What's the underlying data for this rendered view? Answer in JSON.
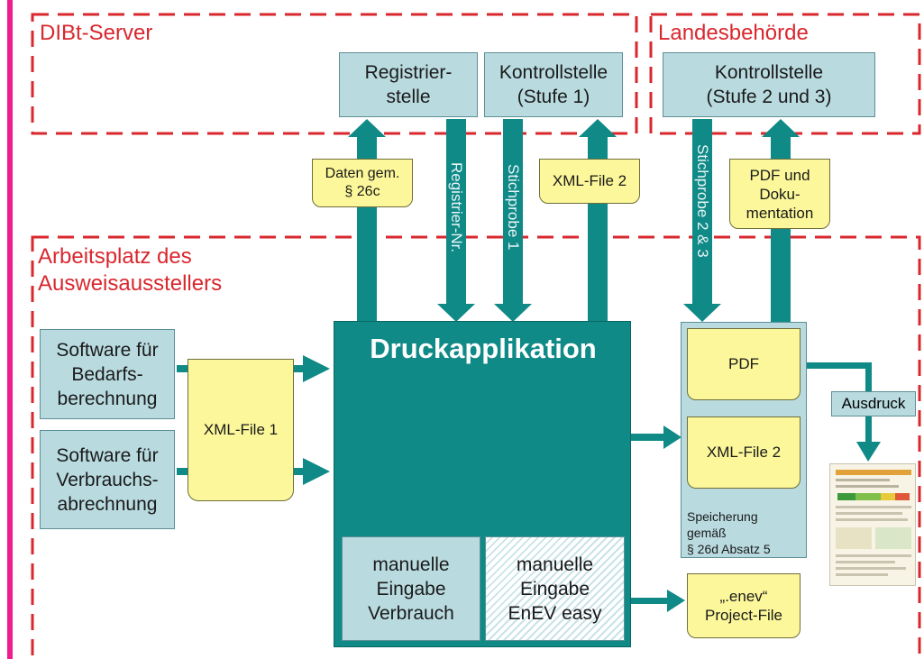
{
  "zones": {
    "dibt_server": "DIBt-Server",
    "landesbehoerde": "Landesbehörde",
    "arbeitsplatz": "Arbeitsplatz des\nAusweisausstellers"
  },
  "boxes": {
    "registrierstelle": "Registrier-\nstelle",
    "kontrollstelle_1": "Kontrollstelle\n(Stufe 1)",
    "kontrollstelle_23": "Kontrollstelle\n(Stufe 2 und 3)",
    "software_bedarf": "Software für\nBedarfs-\nberechnung",
    "software_verbrauch": "Software für\nVerbrauchs-\nabrechnung",
    "ausdruck": "Ausdruck"
  },
  "notes": {
    "daten_26c": "Daten gem.\n§ 26c",
    "xml_file_2_top": "XML-File 2",
    "pdf_doku": "PDF und\nDoku-\nmentation",
    "xml_file_1": "XML-File 1",
    "pdf": "PDF",
    "xml_file_2": "XML-File 2",
    "enev_project": "„.enev“\nProject-File"
  },
  "arrow_labels": {
    "registrier_nr": "Registrier-Nr.",
    "stichprobe_1": "Stichprobe 1",
    "stichprobe_23": "Stichprobe 2 & 3"
  },
  "druckapplikation": {
    "title": "Druckapplikation",
    "manual_verbrauch": "manuelle\nEingabe\nVerbrauch",
    "manual_enev": "manuelle\nEingabe\nEnEV easy"
  },
  "storage": {
    "note": "Speicherung\ngemäß\n§ 26d Absatz 5"
  },
  "colors": {
    "dashed_border": "#d9272e",
    "arrow": "#0f8a87",
    "box_fill": "#b9dbe0",
    "note_fill": "#fbf79a",
    "accent_bar": "#ec1e8c"
  }
}
